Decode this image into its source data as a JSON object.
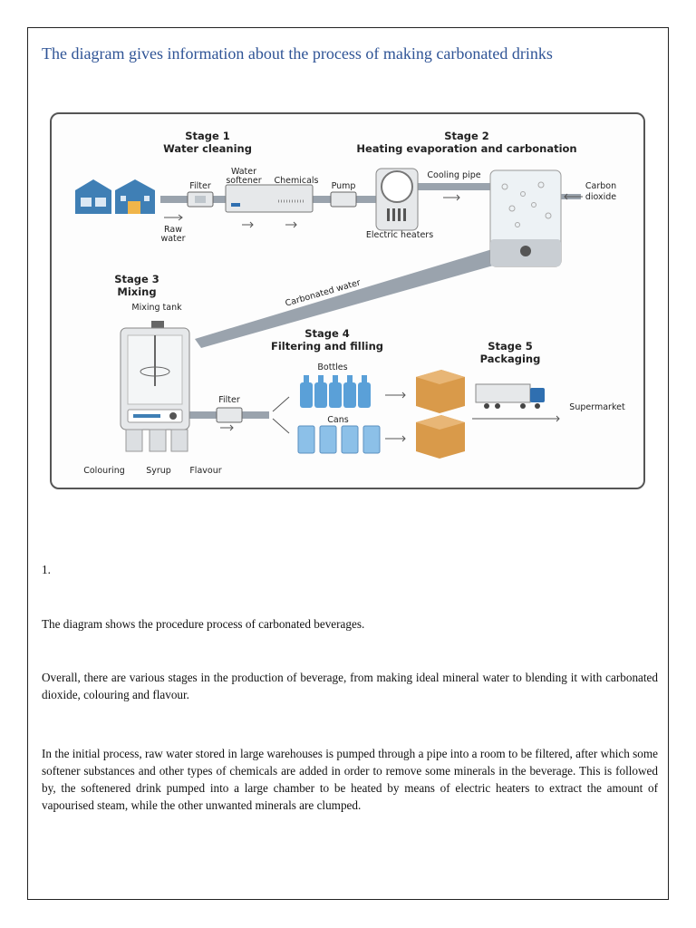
{
  "page": {
    "heading": "The diagram gives information about the process of making carbonated drinks"
  },
  "diagram": {
    "stage1": {
      "number": "Stage 1",
      "title": "Water cleaning"
    },
    "stage2": {
      "number": "Stage 2",
      "title": "Heating evaporation and carbonation"
    },
    "stage3": {
      "number": "Stage 3",
      "title": "Mixing"
    },
    "stage4": {
      "number": "Stage 4",
      "title": "Filtering and filling"
    },
    "stage5": {
      "number": "Stage 5",
      "title": "Packaging"
    },
    "labels": {
      "filter_top": "Filter",
      "water_softener_1": "Water",
      "water_softener_2": "softener",
      "chemicals": "Chemicals",
      "pump": "Pump",
      "raw_water_1": "Raw",
      "raw_water_2": "water",
      "electric_heaters": "Electric heaters",
      "cooling_pipe": "Cooling pipe",
      "carbon_dioxide_1": "Carbon",
      "carbon_dioxide_2": "dioxide",
      "carbonated_water": "Carbonated water",
      "mixing_tank": "Mixing tank",
      "filter_bottom": "Filter",
      "bottles": "Bottles",
      "cans": "Cans",
      "supermarket": "Supermarket",
      "colouring": "Colouring",
      "syrup": "Syrup",
      "flavour": "Flavour"
    },
    "colors": {
      "building": "#3f7fb5",
      "pipe": "#9aa3ad",
      "machine": "#e6e8ea",
      "box": "#d99a4a",
      "bottle": "#5aa0d8",
      "truck_cab": "#2f6fb0"
    }
  },
  "essay": {
    "number": "1.",
    "p1": "The diagram shows the procedure process of carbonated beverages.",
    "p2": "Overall, there are various stages in the production of beverage, from making ideal mineral water to blending it with carbonated dioxide, colouring and flavour.",
    "p3": "In the initial process, raw water stored in large warehouses is pumped through a pipe into a room to be filtered, after which some softener substances and other types of chemicals are added in order to remove some minerals in the beverage. This is followed by, the softenered drink pumped into a large chamber to be heated by means of electric heaters to extract the amount of vapourised steam, while the other unwanted minerals are clumped."
  }
}
